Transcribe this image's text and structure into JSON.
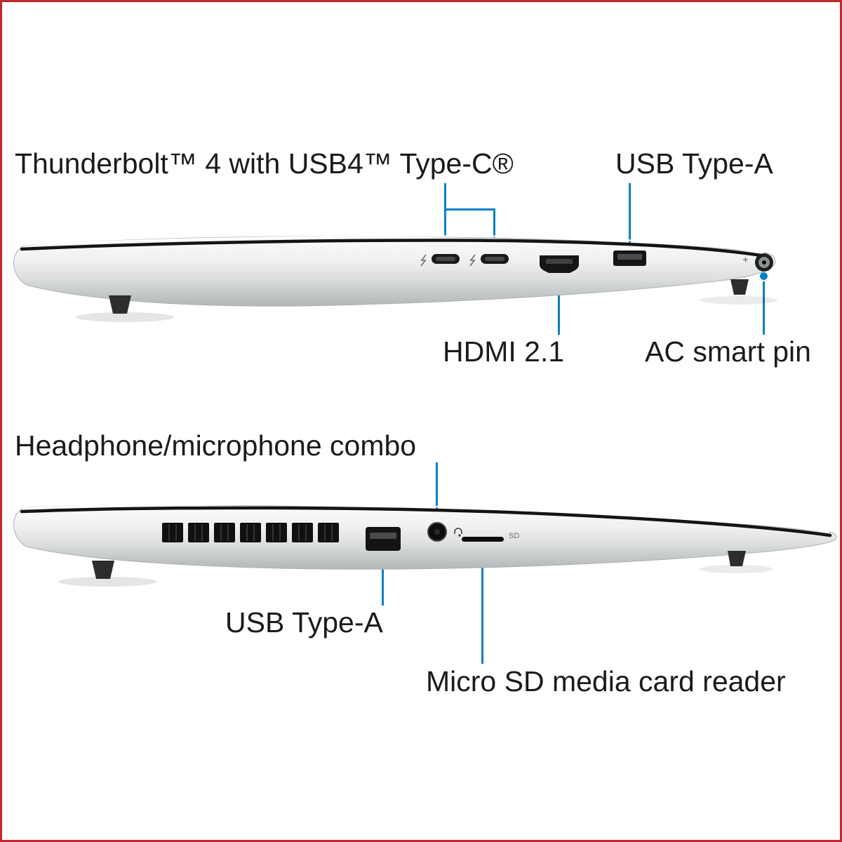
{
  "meta": {
    "accent_blue": "#0a80c4",
    "border_red": "#c0272d",
    "text_color": "#1b1b1b"
  },
  "top_view": {
    "side": "right side of laptop",
    "labels": {
      "thunderbolt": "Thunderbolt™ 4 with USB4™ Type-C®",
      "usb_a": "USB Type-A",
      "hdmi": "HDMI 2.1",
      "ac_pin": "AC smart pin"
    }
  },
  "bottom_view": {
    "side": "left side of laptop",
    "labels": {
      "headphone": "Headphone/microphone combo",
      "usb_a": "USB Type-A",
      "micro_sd": "Micro SD media card reader"
    },
    "markings": {
      "sd": "SD"
    }
  }
}
